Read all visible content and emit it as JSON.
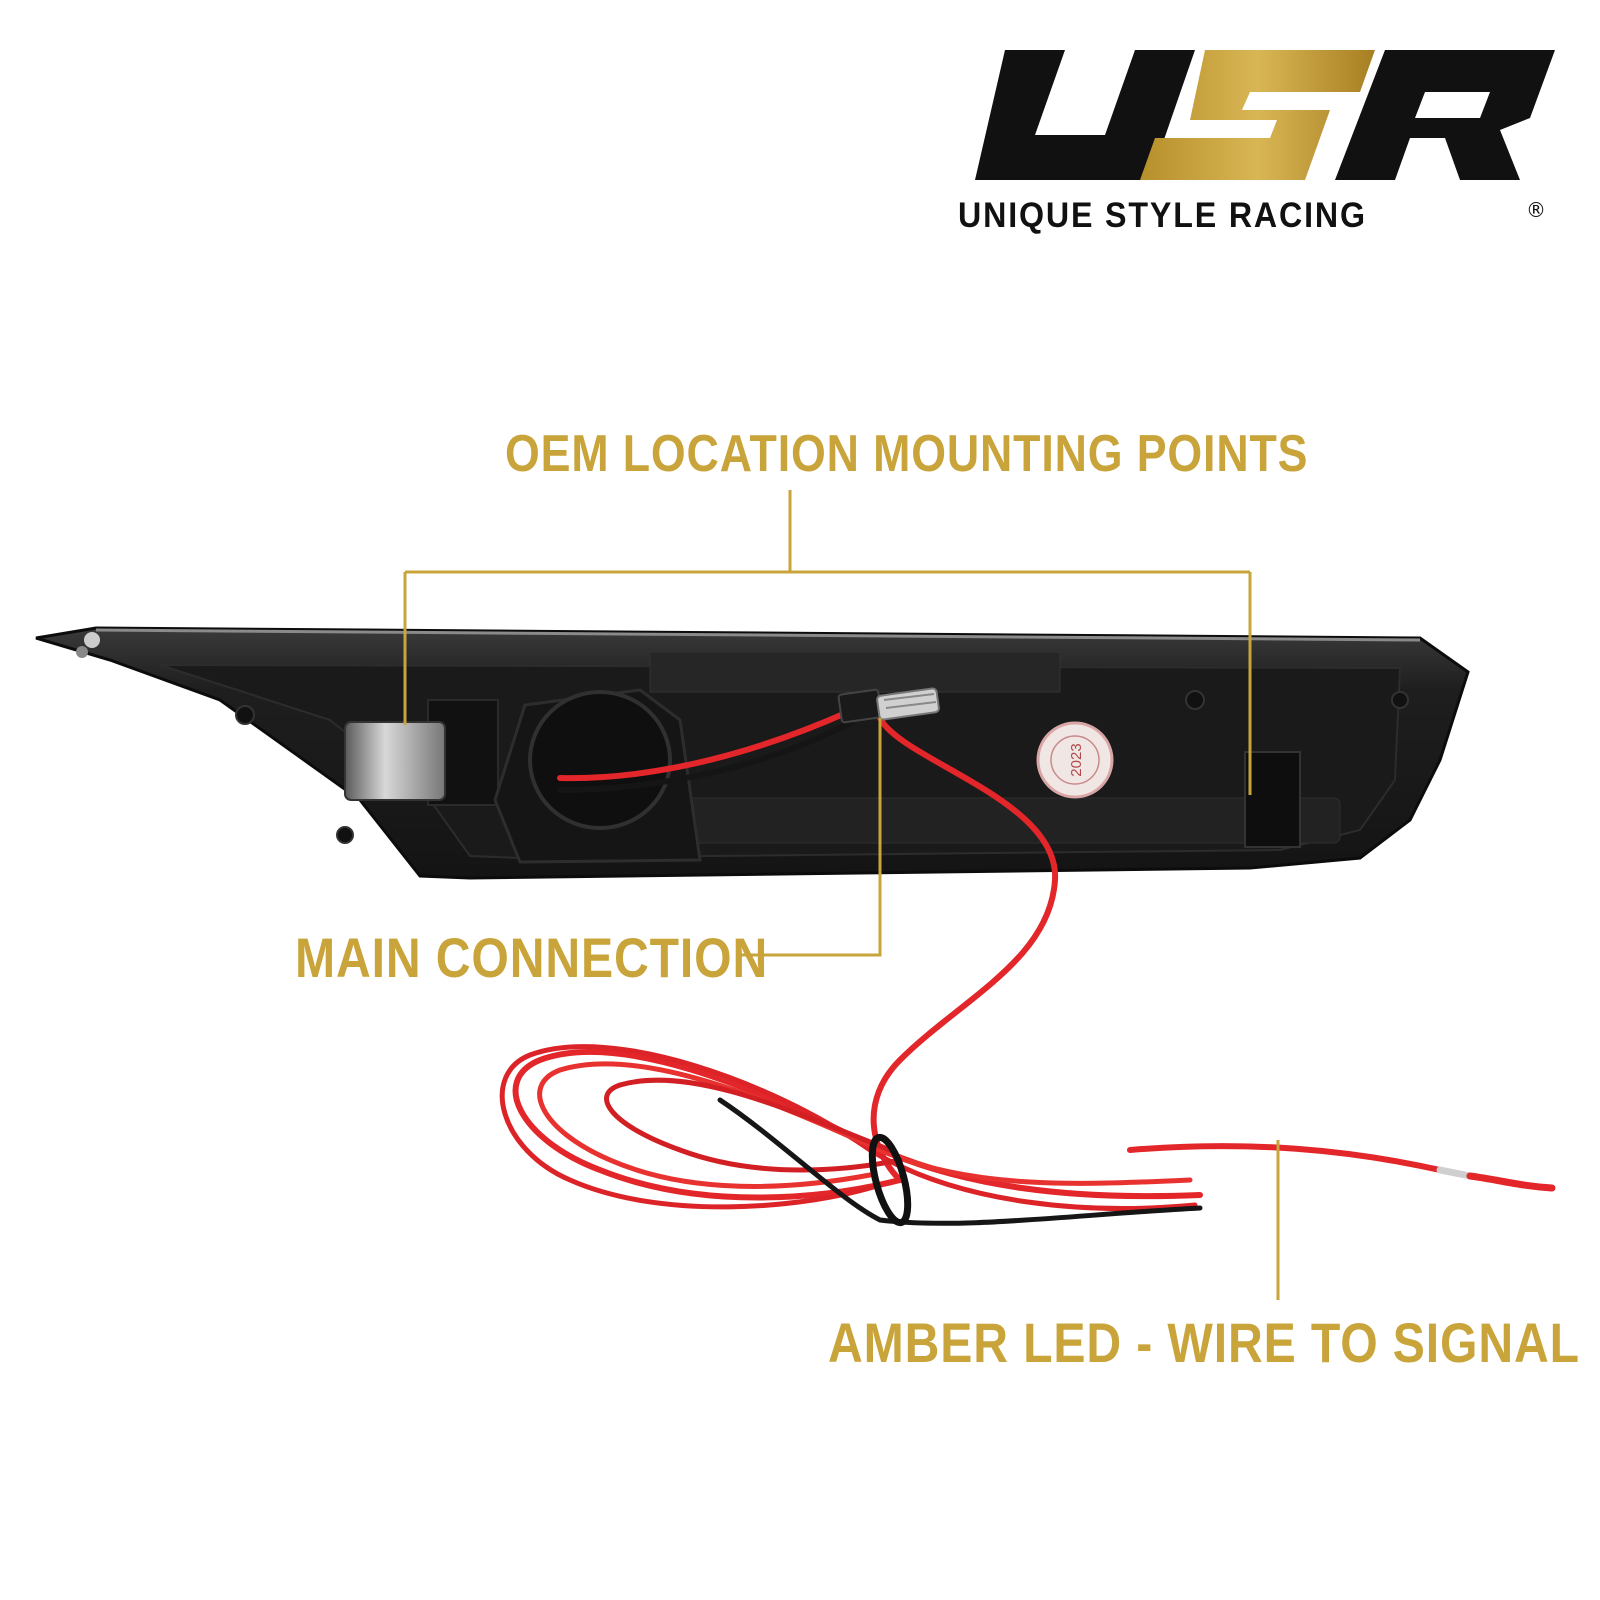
{
  "brand": {
    "logo_letters": "USR",
    "tagline": "UNIQUE STYLE RACING",
    "registered_mark": "®"
  },
  "callouts": {
    "mounting": "OEM LOCATION MOUNTING POINTS",
    "connection": "MAIN CONNECTION",
    "wire": "AMBER LED - WIRE TO SIGNAL"
  },
  "product_label": {
    "year": "2023"
  },
  "colors": {
    "gold": "#c9a43a",
    "black": "#111111",
    "housing": "#1c1c1c",
    "wire_red": "#e3262a"
  }
}
